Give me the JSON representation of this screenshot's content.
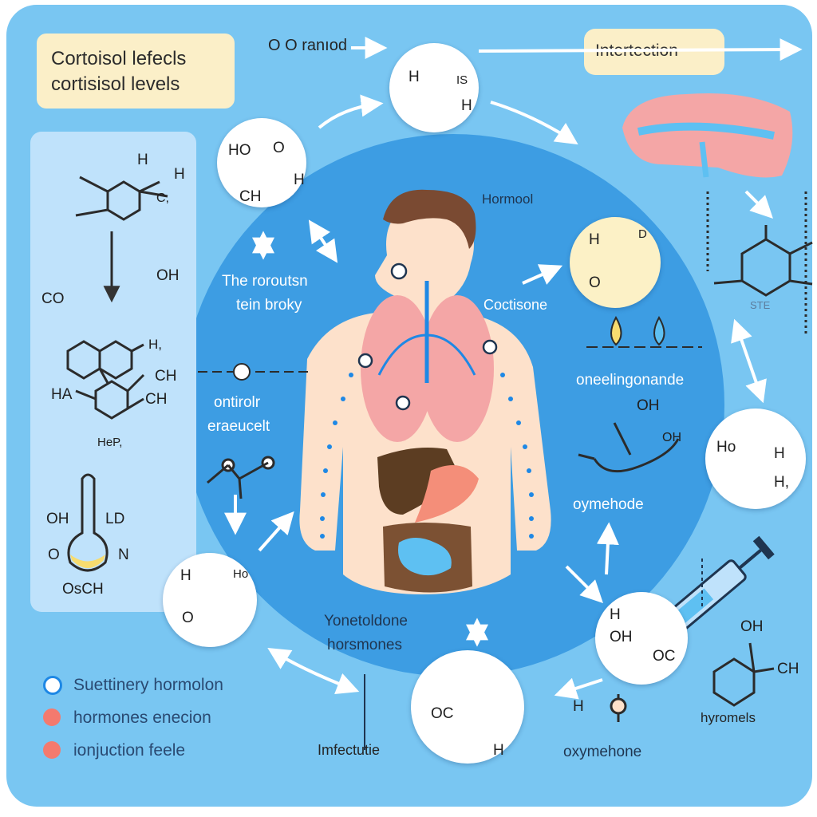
{
  "title": {
    "line1": "Cortoisol lefecls",
    "line2": "cortisisol levels"
  },
  "top_note": "O O ranıod",
  "intertection": "Intertection",
  "labels": {
    "hormool": "Hormool",
    "roroute_line1": "The roroutsn",
    "roroute_line2": "tein broky",
    "coctisone": "Coctisone",
    "ontirolr_line1": "ontirolr",
    "ontirolr_line2": "eraeucelt",
    "oneelingonande": "oneelingonande",
    "oymehode": "oymehode",
    "yonetoldone_line1": "Yonetoldone",
    "yonetoldone_line2": "horsmones",
    "imfectutie": "Imfectutie",
    "oxymehone": "oxymehone",
    "hyromels": "hyromels"
  },
  "legend": [
    {
      "label": "Suettinery hormolon",
      "color": "#ffffff",
      "ring": "#1e88e5"
    },
    {
      "label": "hormones enecion",
      "color": "#f47a6e",
      "ring": "#f47a6e"
    },
    {
      "label": "ionjuction feele",
      "color": "#f47a6e",
      "ring": "#f47a6e"
    }
  ],
  "left_panel": {
    "c_left": "CO",
    "oh": "OH",
    "h_top": "H",
    "h_top2": "H",
    "c9": "C,",
    "h9": "H,",
    "ch": "CH",
    "hn": "HA",
    "ch2": "CH",
    "hep": "HeP,",
    "oh2": "OH",
    "ld": "LD",
    "o": "O",
    "n": "N",
    "osch": "OsCH"
  },
  "molecules": {
    "m1_ho": "HO",
    "m1_o": "O",
    "m1_ch": "CH",
    "m1_h": "H",
    "m2_h": "H",
    "m2_is": "IS",
    "m2_h2": "H",
    "m3_hd": "H",
    "m3_d": "D",
    "m3_o": "O",
    "m4_ho": "Ho",
    "m4_h": "H",
    "m4_h2": "H,",
    "m5_h": "H",
    "m5_ho": "Ho",
    "m5_o": "O",
    "m6_oc": "OC",
    "m6_h": "H",
    "m7_h": "H",
    "m7_oh": "OH",
    "m7_oc": "OC",
    "m8_oh": "OH",
    "m8_oh2": "OH",
    "side_oh": "OH",
    "side_ch": "CH",
    "side_h": "H",
    "side_ste": "STE"
  }
}
